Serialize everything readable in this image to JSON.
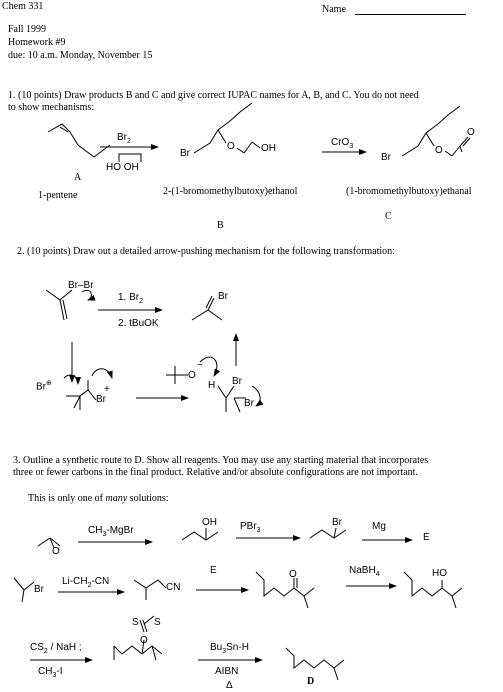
{
  "header": {
    "course": "Chem 331",
    "name_label": "Name",
    "term": "Fall  1999",
    "homework": "Homework #9",
    "due": "due:  10 a.m. Monday, November 15"
  },
  "q1": {
    "text_line1": "1. (10 points)  Draw products B and C and give correct IUPAC names for A, B, and C.  You do not need",
    "text_line2": "to show mechanisms:",
    "reagent1_top": "Br",
    "reagent1_sub": "2",
    "reagent1_bottom": "HO  OH",
    "reagent2_top": "CrO",
    "reagent2_sub": "3",
    "br_a": "Br",
    "oh_label": "OH",
    "o_label": "O",
    "br_c": "Br",
    "o_c": "O",
    "o_ald": "O",
    "label_A": "A",
    "name_A": "1-pentene",
    "name_B": "2-(1-bromomethylbutoxy)ethanol",
    "label_B": "B",
    "name_C": "(1-bromomethylbutoxy)ethanal",
    "label_C": "C"
  },
  "q2": {
    "text": "2. (10 points) Draw out a detailed arrow-pushing mechanism for the following transformation:",
    "br_br": "Br–Br",
    "step1": "1. Br",
    "step1_sub": "2",
    "step2": "2. tBuOK",
    "product_br": "Br",
    "bromide": "Br",
    "bromonium_br": "Br",
    "plus": "+",
    "tbuo_o": "O",
    "minus": "−",
    "h_label": "H",
    "br_top": "Br",
    "br_bottom": "Br"
  },
  "q3": {
    "text_line1": "3.  Outline a synthetic route to D. Show all reagents. You may use any starting material that incorporates",
    "text_line2": "three or fewer carbons in the final product. Relative and/or absolute configurations are not important.",
    "intro": "This is only one of many solutions:",
    "intro_italic": "many",
    "r1": "CH",
    "r1_sub": "3",
    "r1_tail": "-MgBr",
    "oh1": "OH",
    "epox_o": "O",
    "r2": "PBr",
    "r2_sub": "3",
    "br2": "Br",
    "r3": "Mg",
    "e_label": "E",
    "br3": "Br",
    "r4": "Li-CH",
    "r4_sub": "2",
    "r4_tail": "-CN",
    "cn": "CN",
    "r5": "E",
    "ketone_o": "O",
    "r6": "NaBH",
    "r6_sub": "4",
    "ho": "HO",
    "r7_top": "CS",
    "r7_top_sub": "2",
    "r7_top_tail": " / NaH ;",
    "r7_bottom": "CH",
    "r7_bottom_sub": "3",
    "r7_bottom_tail": "-I",
    "s1": "S",
    "s2": "S",
    "o_x": "O",
    "r8_top": "Bu",
    "r8_top_sub": "3",
    "r8_top_tail": "Sn-H",
    "r8_bottom": "AIBN",
    "r8_delta": "Δ",
    "d_label": "D"
  }
}
